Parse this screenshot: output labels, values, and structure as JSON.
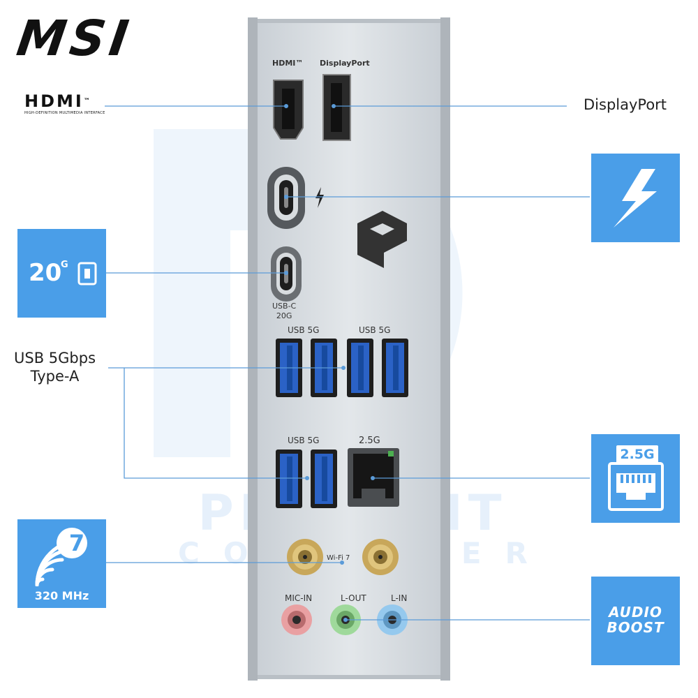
{
  "brand": {
    "logo_text": "MSI"
  },
  "hdmi_logo": {
    "word": "HDMI",
    "tm": "™",
    "tagline": "HIGH-DEFINITION MULTIMEDIA INTERFACE"
  },
  "callouts": {
    "displayport": "DisplayPort",
    "usb_line1": "USB 5Gbps",
    "usb_line2": "Type-A"
  },
  "tiles": {
    "usb20g": {
      "value": "20",
      "unit": "G"
    },
    "lan": {
      "value": "2.5G"
    },
    "wifi": {
      "value": "7",
      "band": "320 MHz"
    },
    "audio": {
      "line1": "AUDIO",
      "line2": "BOOST"
    }
  },
  "panel_labels": {
    "hdmi": "HDMI™",
    "displayport": "DisplayPort",
    "usbc_line1": "USB-C",
    "usbc_line2": "20G",
    "usb5g_a": "USB 5G",
    "usb5g_b": "USB 5G",
    "usb5g_c": "USB 5G",
    "lan": "2.5G",
    "wifi": "Wi-Fi 7",
    "mic_in": "MIC-IN",
    "l_out": "L-OUT",
    "l_in": "L-IN"
  },
  "watermark": {
    "line1": "PINPOINT",
    "line2": "COMPUTER"
  },
  "colors": {
    "accent": "#4a9ee8",
    "usb_blue": "#2b62c6",
    "plate": "#d3d9de",
    "line": "#5b9bd8"
  }
}
